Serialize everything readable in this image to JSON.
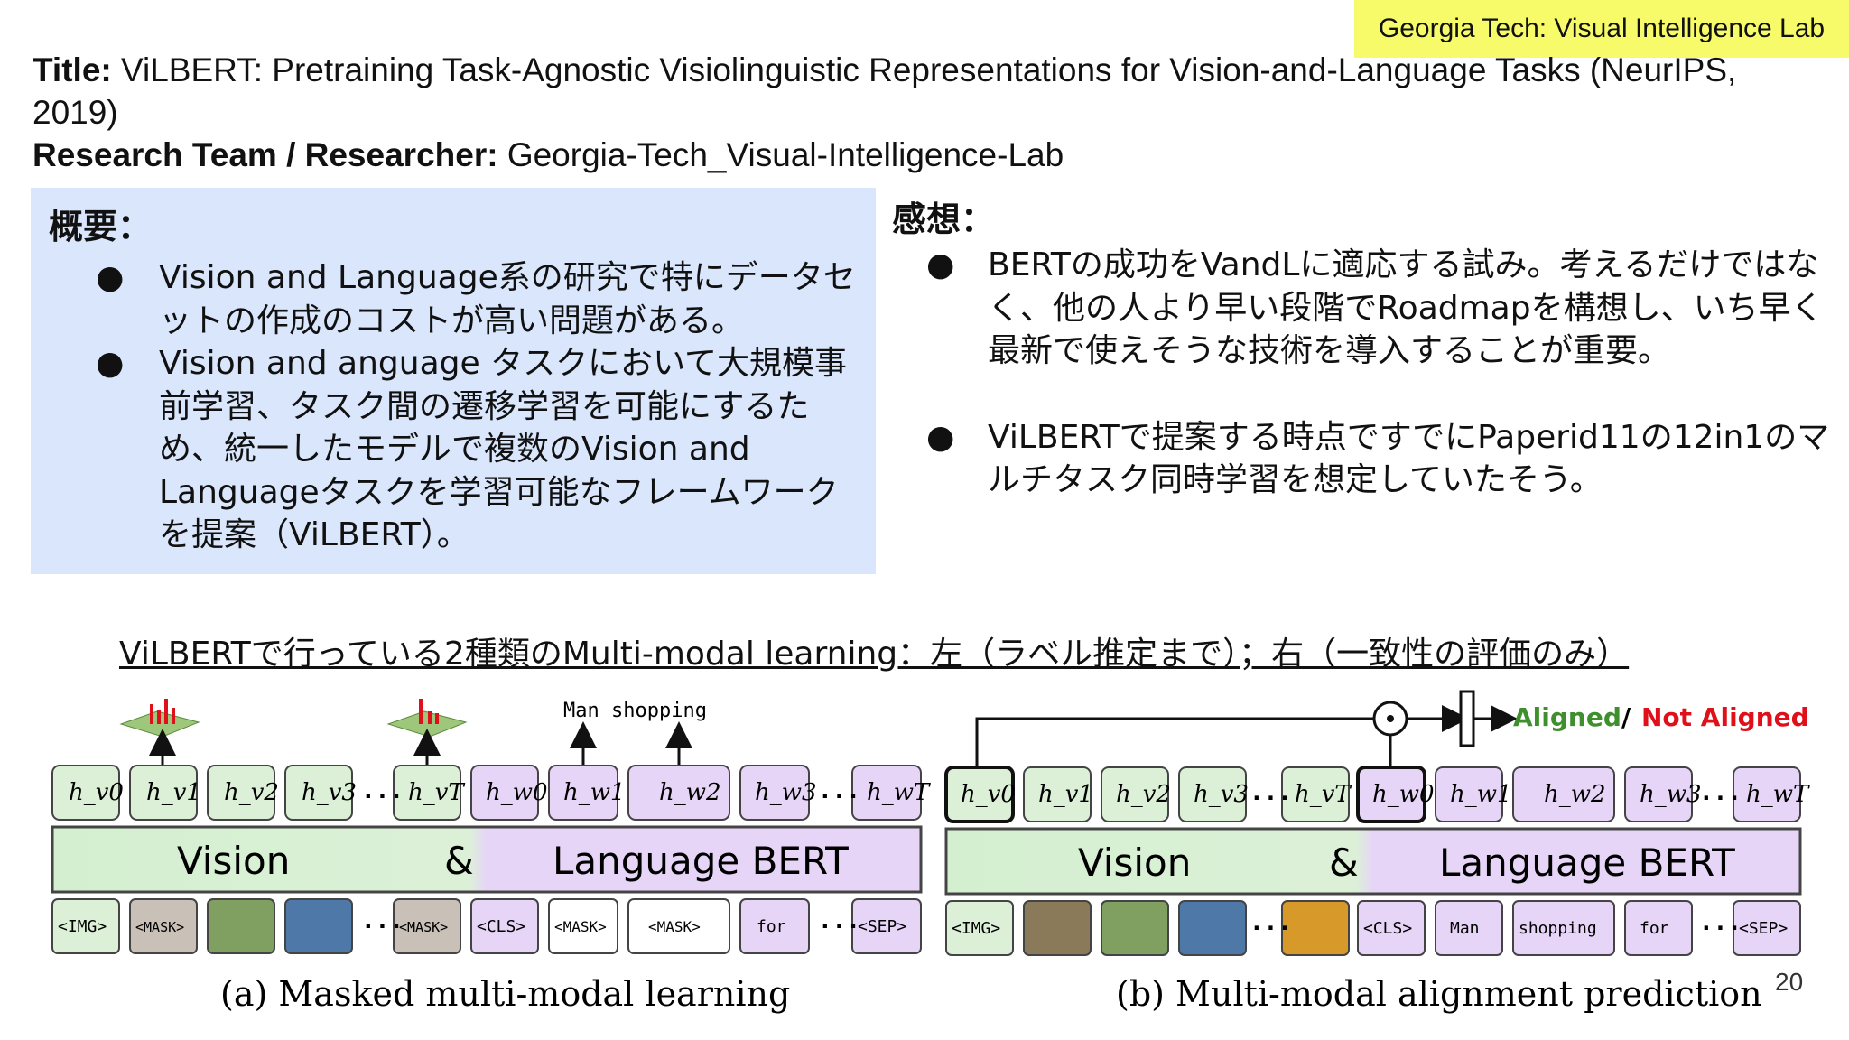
{
  "tag": "Georgia Tech: Visual Intelligence Lab",
  "title": {
    "label": "Title:",
    "text": "ViLBERT: Pretraining Task-Agnostic Visiolinguistic Representations for Vision-and-Language Tasks (NeurIPS, 2019)"
  },
  "team": {
    "label": "Research Team / Researcher:",
    "text": "Georgia-Tech_Visual-Intelligence-Lab"
  },
  "summary": {
    "heading": "概要：",
    "bullets": [
      "Vision and Language系の研究で特にデータセットの作成のコストが高い問題がある。",
      "Vision and anguage タスクにおいて大規模事前学習、タスク間の遷移学習を可能にするため、統一したモデルで複数のVision and Languageタスクを学習可能なフレームワークを提案（ViLBERT）。"
    ]
  },
  "impression": {
    "heading": "感想：",
    "bullets": [
      "BERTの成功をVandLに適応する試み。考えるだけではなく、他の人より早い段階でRoadmapを構想し、いち早く最新で使えそうな技術を導入することが重要。",
      "ViLBERTで提案する時点ですでにPaperid11の12in1のマルチタスク同時学習を想定していたそう。"
    ]
  },
  "caption": "ViLBERTで行っている2種類のMulti-modal learning：左（ラベル推定まで）；右（一致性の評価のみ）",
  "figure": {
    "left": {
      "top_text": "Man shopping",
      "bert_vision": "Vision",
      "bert_amp": "&",
      "bert_lang": "Language BERT",
      "hv": [
        "h_v0",
        "h_v1",
        "h_v2",
        "h_v3",
        "h_vT"
      ],
      "hw": [
        "h_w0",
        "h_w1",
        "h_w2",
        "h_w3",
        "h_wT"
      ],
      "tokens": [
        "<IMG>",
        "<MASK>",
        "<MASK>",
        "<CLS>",
        "<MASK>",
        "<MASK>",
        "for",
        "<SEP>"
      ],
      "ellipsis": "...",
      "label": "(a) Masked multi-modal learning"
    },
    "right": {
      "aligned": "Aligned",
      "slash": "/",
      "not_aligned": "Not Aligned",
      "bert_vision": "Vision",
      "bert_amp": "&",
      "bert_lang": "Language BERT",
      "tokens": [
        "<IMG>",
        "<CLS>",
        "Man",
        "shopping",
        "for",
        "<SEP>"
      ],
      "label": "(b) Multi-modal alignment prediction"
    },
    "colors": {
      "green": "#dcf0d8",
      "purple": "#e6d5f7",
      "red": "#e0101a",
      "aligned_green": "#3f8f2e"
    }
  },
  "page_number": "20"
}
